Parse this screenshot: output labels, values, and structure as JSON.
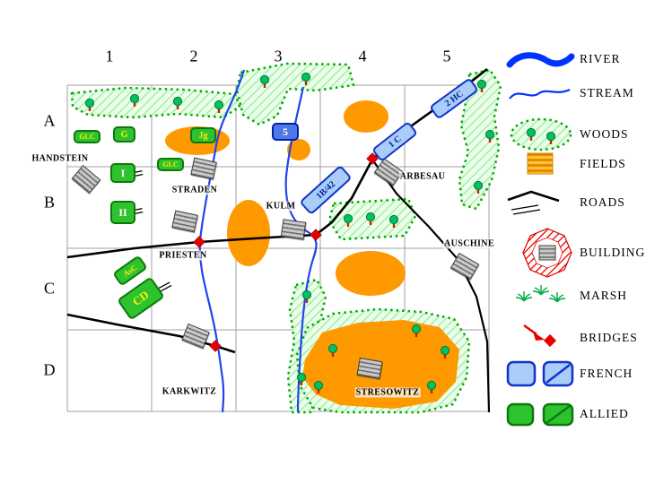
{
  "grid": {
    "columns": [
      "1",
      "2",
      "3",
      "4",
      "5"
    ],
    "rows": [
      "A",
      "B",
      "C",
      "D"
    ]
  },
  "places": [
    {
      "id": "handstein",
      "label": "HANDSTEIN"
    },
    {
      "id": "straden",
      "label": "STRADEN"
    },
    {
      "id": "priesten",
      "label": "PRIESTEN"
    },
    {
      "id": "kulm",
      "label": "KULM"
    },
    {
      "id": "arbesau",
      "label": "ARBESAU"
    },
    {
      "id": "auschine",
      "label": "AUSCHINE"
    },
    {
      "id": "karkwitz",
      "label": "KARKWITZ"
    },
    {
      "id": "stresowitz",
      "label": "STRESOWITZ"
    }
  ],
  "units": [
    {
      "id": "glc-1",
      "label": "GLC",
      "side": "allied"
    },
    {
      "id": "g",
      "label": "G",
      "side": "allied"
    },
    {
      "id": "jg",
      "label": "Jg",
      "side": "allied"
    },
    {
      "id": "5",
      "label": "5",
      "side": "french"
    },
    {
      "id": "glc-2",
      "label": "GLC",
      "side": "allied"
    },
    {
      "id": "i",
      "label": "I",
      "side": "allied"
    },
    {
      "id": "ii",
      "label": "II",
      "side": "allied"
    },
    {
      "id": "asc",
      "label": "AsC",
      "side": "allied"
    },
    {
      "id": "cd",
      "label": "CD",
      "side": "allied"
    },
    {
      "id": "1b42",
      "label": "1B/42",
      "side": "french"
    },
    {
      "id": "1c",
      "label": "1 C",
      "side": "french"
    },
    {
      "id": "2hc",
      "label": "2 HC",
      "side": "french"
    }
  ],
  "legend": {
    "items": [
      {
        "id": "river",
        "label": "RIVER"
      },
      {
        "id": "stream",
        "label": "STREAM"
      },
      {
        "id": "woods",
        "label": "WOODS"
      },
      {
        "id": "fields",
        "label": "FIELDS"
      },
      {
        "id": "roads",
        "label": "ROADS"
      },
      {
        "id": "building",
        "label": "BUILDING"
      },
      {
        "id": "marsh",
        "label": "MARSH"
      },
      {
        "id": "bridges",
        "label": "BRIDGES"
      },
      {
        "id": "french",
        "label": "FRENCH"
      },
      {
        "id": "allied",
        "label": "ALLIED"
      }
    ]
  },
  "colors": {
    "river": "#0033ff",
    "stream": "#2244ee",
    "woods_border": "#00aa00",
    "woods_fill": "#e9ffe9",
    "field": "#ff9900",
    "road": "#000000",
    "bridge": "#e80000",
    "french_fill": "#a9cdf8",
    "french_border": "#1133cc",
    "allied_fill": "#2fc22f",
    "allied_border": "#0b7a0b"
  }
}
